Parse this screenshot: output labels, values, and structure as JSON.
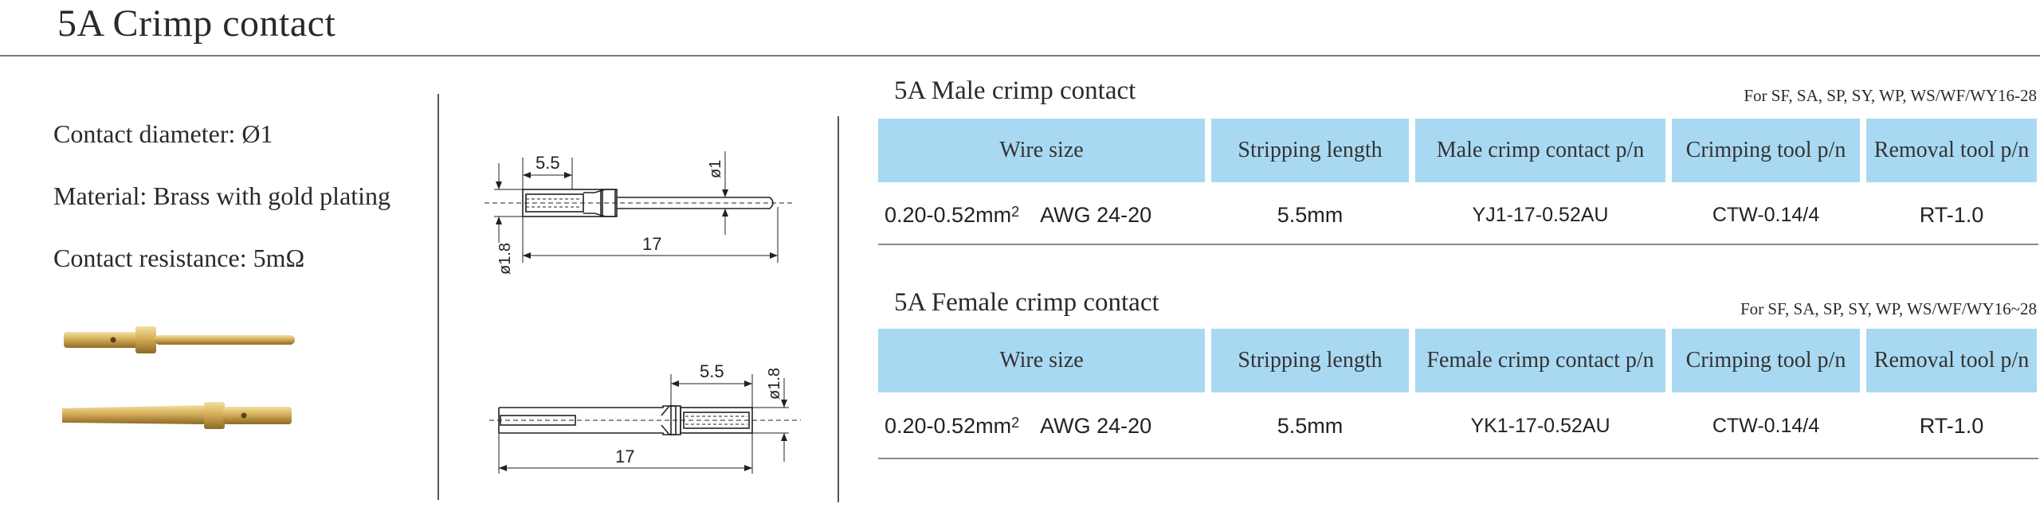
{
  "page": {
    "title": "5A Crimp contact"
  },
  "specs": {
    "diameter": "Contact diameter:  Ø1",
    "material": "Material: Brass with gold plating",
    "resistance": "Contact resistance: 5mΩ"
  },
  "drawings": {
    "male": {
      "dim_length": "5.5",
      "dim_diameter": "ø1",
      "dim_body": "ø1.8",
      "dim_total": "17"
    },
    "female": {
      "dim_length": "5.5",
      "dim_body": "ø1.8",
      "dim_total": "17"
    }
  },
  "tables": [
    {
      "title": "5A Male crimp contact",
      "note": "For SF, SA, SP, SY, WP, WS/WF/WY16-28",
      "headers": [
        "Wire size",
        "Stripping  length",
        "Male crimp contact p/n",
        "Crimping tool p/n",
        "Removal tool p/n"
      ],
      "row": {
        "wire_size": "0.20-0.52mm",
        "wire_unit_sup": "2",
        "awg": "AWG 24-20",
        "stripping": "5.5mm",
        "contact_pn": "YJ1-17-0.52AU",
        "crimp_tool": "CTW-0.14/4",
        "removal_tool": "RT-1.0"
      }
    },
    {
      "title": "5A Female crimp contact",
      "note": "For SF, SA, SP, SY, WP, WS/WF/WY16~28",
      "headers": [
        "Wire size",
        "Stripping  length",
        "Female crimp contact p/n",
        "Crimping tool p/n",
        "Removal tool p/n"
      ],
      "row": {
        "wire_size": "0.20-0.52mm",
        "wire_unit_sup": "2",
        "awg": "AWG 24-20",
        "stripping": "5.5mm",
        "contact_pn": "YK1-17-0.52AU",
        "crimp_tool": "CTW-0.14/4",
        "removal_tool": "RT-1.0"
      }
    }
  ],
  "colors": {
    "header_bg": "#a9d9f2",
    "gold": "#c9a24a"
  }
}
